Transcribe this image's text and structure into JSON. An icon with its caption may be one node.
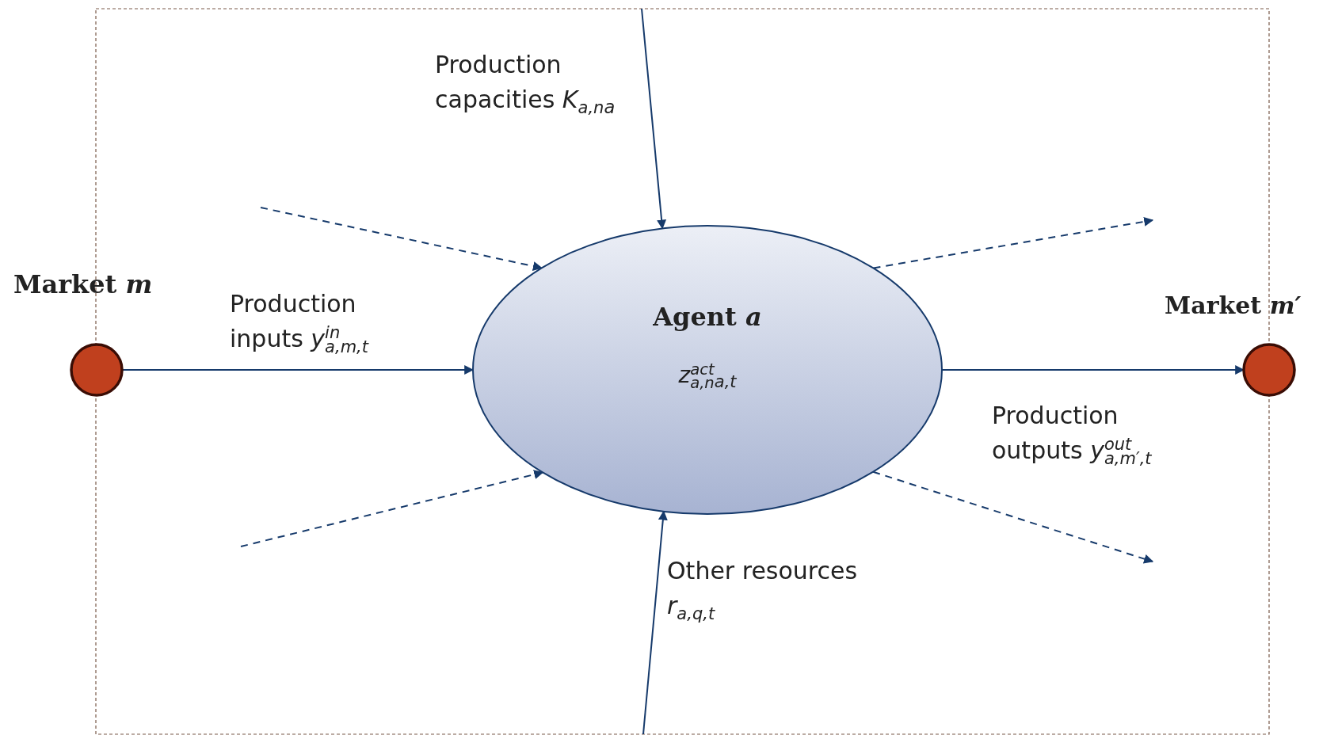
{
  "diagram": {
    "nodes": [
      {
        "text": [
          "Market *m*"
        ]
      },
      {
        "text": [
          "Agent *a*",
          "*z*$^{act}$$_{a,n}$$_{a}$$_{,t}$"
        ]
      },
      {
        "text": [
          "Market *m′*"
        ]
      }
    ],
    "edges": [
      {
        "from": 0,
        "to": 1,
        "arrow": "to",
        "label": "Production inputs *y*$^{in}$$_{a,m,t}$"
      },
      {
        "from": 1,
        "to": 2,
        "arrow": "to",
        "label": "Production outputs *y*$^{out}$$_{a,m′,t}$"
      },
      {
        "from": null,
        "to": 1,
        "arrow": "to",
        "label": "Production capacities *K*$_{a,n}$$_{a}$"
      },
      {
        "from": null,
        "to": 1,
        "arrow": "to",
        "label": "Other resources *r*$_{a,q,t}$"
      },
      {
        "from": null,
        "to": 1,
        "arrow": "to",
        "style": "dashed"
      },
      {
        "from": null,
        "to": 1,
        "arrow": "to",
        "style": "dashed"
      },
      {
        "from": 1,
        "to": null,
        "arrow": "to",
        "style": "dashed"
      },
      {
        "from": 1,
        "to": null,
        "arrow": "to",
        "style": "dashed"
      }
    ]
  }
}
